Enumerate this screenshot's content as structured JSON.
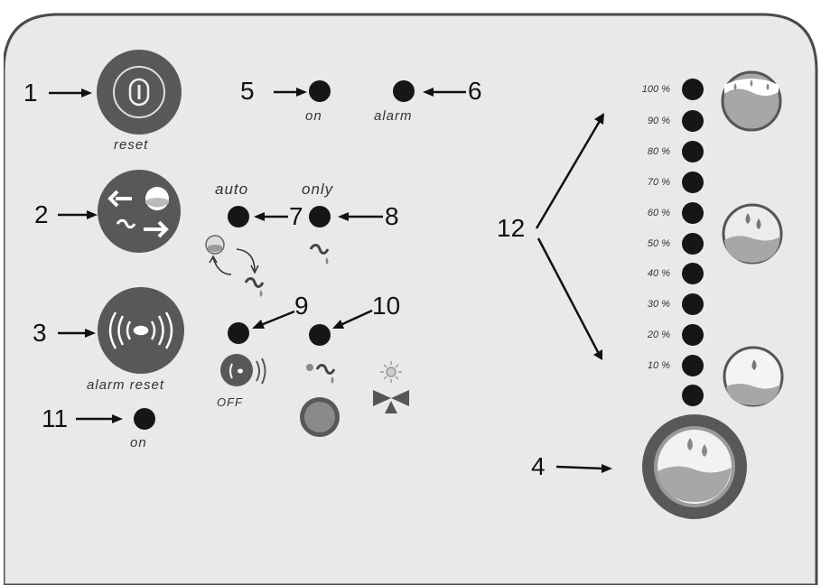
{
  "callouts": [
    "1",
    "2",
    "3",
    "4",
    "5",
    "6",
    "7",
    "8",
    "9",
    "10",
    "11",
    "12"
  ],
  "labels": {
    "reset": "reset",
    "on_top": "on",
    "alarm": "alarm",
    "auto": "auto",
    "only": "only",
    "alarm_reset": "alarm reset",
    "off": "OFF",
    "on_bottom": "on"
  },
  "level_scale": [
    "100 %",
    "90 %",
    "80 %",
    "70 %",
    "60 %",
    "50 %",
    "40 %",
    "30 %",
    "20 %",
    "10 %"
  ],
  "colors": {
    "panel_bg": "#e9e9e9",
    "button_dark": "#585858",
    "led": "#161616",
    "tank_water": "#7a7a7a",
    "tank_fill": "#a7a7a7"
  },
  "icons": [
    "power-icon",
    "mode-switch-icon",
    "alarm-reset-icon",
    "sound-off-icon",
    "tap-icon",
    "sun-icon",
    "valve-icon",
    "tank-full-icon",
    "tank-half-icon",
    "tank-low-icon",
    "tank-indicator-icon"
  ]
}
